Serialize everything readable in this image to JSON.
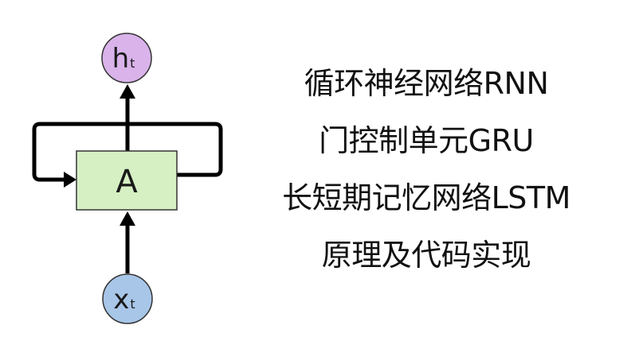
{
  "diagram": {
    "cell_label": "A",
    "output_label": "h",
    "output_subscript": "t",
    "input_label": "x",
    "input_subscript": "t",
    "colors": {
      "cell_fill": "#d6f0c4",
      "cell_stroke": "#333333",
      "output_fill": "#d9b3ea",
      "input_fill": "#a8c6e8",
      "arrow": "#000000"
    }
  },
  "title": {
    "lines": [
      "循环神经网络RNN",
      "门控制单元GRU",
      "长短期记忆网络LSTM",
      "原理及代码实现"
    ]
  }
}
